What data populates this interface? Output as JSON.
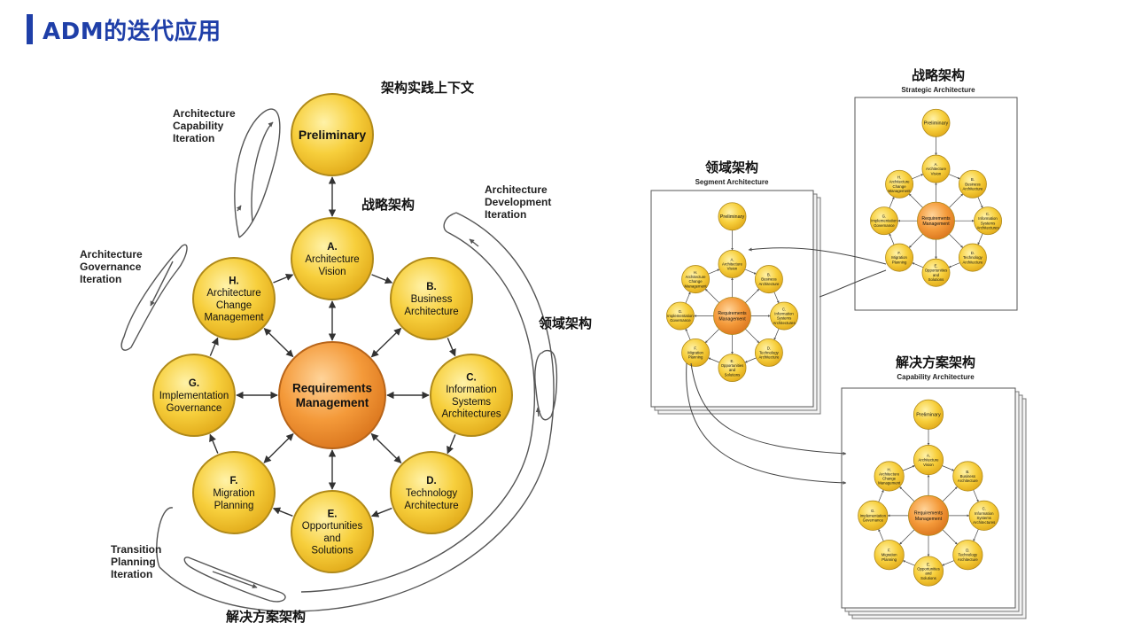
{
  "title": "ADM的迭代应用",
  "main": {
    "preliminary": "Preliminary",
    "center": [
      "Requirements",
      "Management"
    ],
    "phases": [
      {
        "id": "A",
        "lines": [
          "A.",
          "Architecture",
          "Vision"
        ]
      },
      {
        "id": "B",
        "lines": [
          "B.",
          "Business",
          "Architecture"
        ]
      },
      {
        "id": "C",
        "lines": [
          "C.",
          "Information",
          "Systems",
          "Architectures"
        ]
      },
      {
        "id": "D",
        "lines": [
          "D.",
          "Technology",
          "Architecture"
        ]
      },
      {
        "id": "E",
        "lines": [
          "E.",
          "Opportunities",
          "and",
          "Solutions"
        ]
      },
      {
        "id": "F",
        "lines": [
          "F.",
          "Migration",
          "Planning"
        ]
      },
      {
        "id": "G",
        "lines": [
          "G.",
          "Implementation",
          "Governance"
        ]
      },
      {
        "id": "H",
        "lines": [
          "H.",
          "Architecture",
          "Change",
          "Management"
        ]
      }
    ],
    "iterations": {
      "capability": [
        "Architecture",
        "Capability",
        "Iteration"
      ],
      "governance": [
        "Architecture",
        "Governance",
        "Iteration"
      ],
      "development": [
        "Architecture",
        "Development",
        "Iteration"
      ],
      "transition": [
        "Transition",
        "Planning",
        "Iteration"
      ]
    },
    "labels": {
      "context": "架构实践上下文",
      "strategic": "战略架构",
      "segment": "领域架构",
      "solution": "解决方案架构"
    }
  },
  "mini": {
    "strategic": {
      "cn": "战略架构",
      "en": "Strategic Architecture"
    },
    "segment": {
      "cn": "领域架构",
      "en": "Segment Architecture"
    },
    "capability": {
      "cn": "解决方案架构",
      "en": "Capability Architecture"
    }
  },
  "colors": {
    "title": "#1f3fa8",
    "circle": "#f5c842",
    "circle_stroke": "#b08a1a",
    "center": "#f0902a",
    "center_stroke": "#b8651a"
  }
}
